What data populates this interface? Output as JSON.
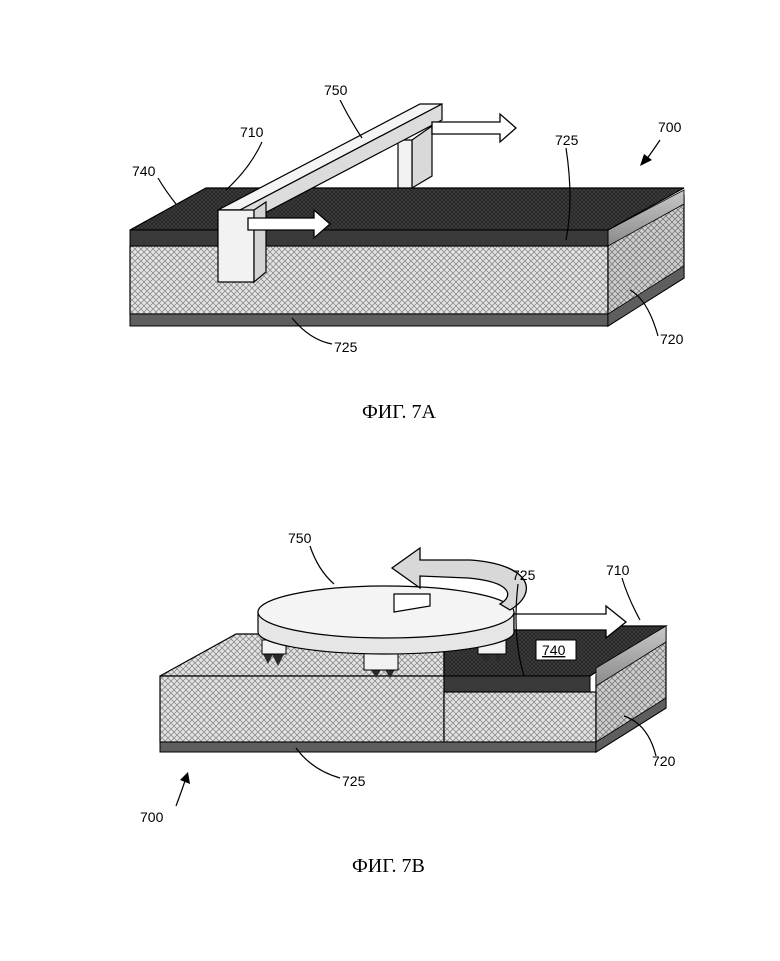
{
  "figure_a": {
    "caption": "ФИГ. 7А",
    "labels": {
      "l750": "750",
      "l710": "710",
      "l740": "740",
      "l725_top": "725",
      "l700": "700",
      "l725_bottom": "725",
      "l720": "720"
    }
  },
  "figure_b": {
    "caption": "ФИГ. 7В",
    "labels": {
      "l750": "750",
      "l725_top": "725",
      "l710": "710",
      "l740": "740",
      "l720": "720",
      "l725_bottom": "725",
      "l700": "700"
    }
  },
  "colors": {
    "dark_layer": "#3a3a3a",
    "substrate": "#d7d7d7",
    "tool": "#f4f4f4",
    "outline": "#000000"
  }
}
